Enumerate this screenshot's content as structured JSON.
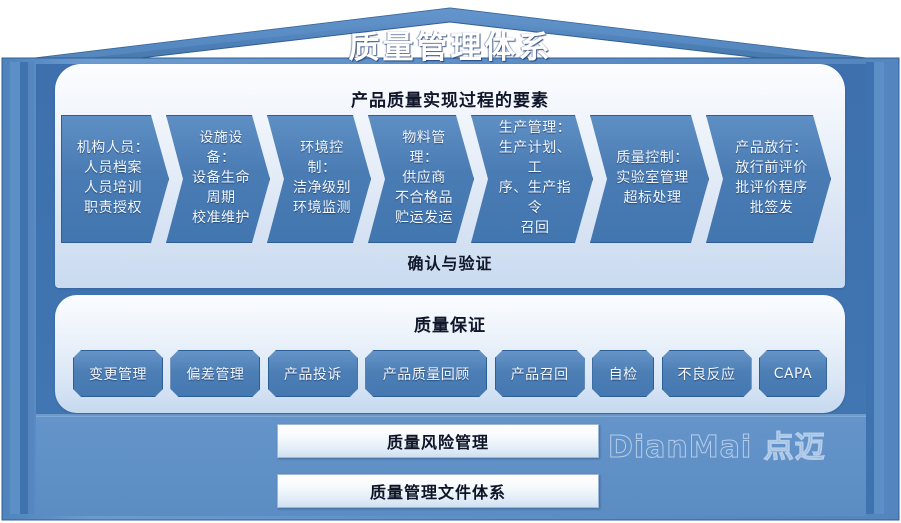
{
  "diagram": {
    "title": "质量管理体系",
    "watermark": "DianMai 点迈",
    "colors": {
      "roof": "#4a7cb4",
      "body_outer": "#5b8cc4",
      "body_inner": "#3f72ad",
      "chevron": "#4a7cb4",
      "panel_light": "#eef4fb",
      "text_dark": "#10172a",
      "text_light": "#f3f8ff"
    },
    "process_panel": {
      "heading": "产品质量实现过程的要素",
      "validation_label": "确认与验证",
      "steps": [
        {
          "label": "机构人员：\n人员档案\n人员培训\n职责授权",
          "width": 108
        },
        {
          "label": "设施设备：\n设备生命\n周期\n校准维护",
          "width": 104
        },
        {
          "label": "环境控制：\n洁净级别\n环境监测",
          "width": 104
        },
        {
          "label": "物料管理：\n供应商\n不合格品\n贮运发运",
          "width": 106
        },
        {
          "label": "生产管理：\n生产计划、工\n序、生产指令\n召回",
          "width": 122
        },
        {
          "label": "质量控制：\n实验室管理\n超标处理",
          "width": 119
        },
        {
          "label": "产品放行：\n放行前评价\n批评价程序\n批签发",
          "width": 125
        }
      ]
    },
    "qa_panel": {
      "heading": "质量保证",
      "items": [
        {
          "label": "变更管理",
          "width": 90
        },
        {
          "label": "偏差管理",
          "width": 90
        },
        {
          "label": "产品投诉",
          "width": 90
        },
        {
          "label": "产品质量回顾",
          "width": 122
        },
        {
          "label": "产品召回",
          "width": 90
        },
        {
          "label": "自检",
          "width": 62
        },
        {
          "label": "不良反应",
          "width": 90
        },
        {
          "label": "CAPA",
          "width": 68
        }
      ]
    },
    "foundation": {
      "risk_management": "质量风险管理",
      "document_system": "质量管理文件体系"
    }
  }
}
